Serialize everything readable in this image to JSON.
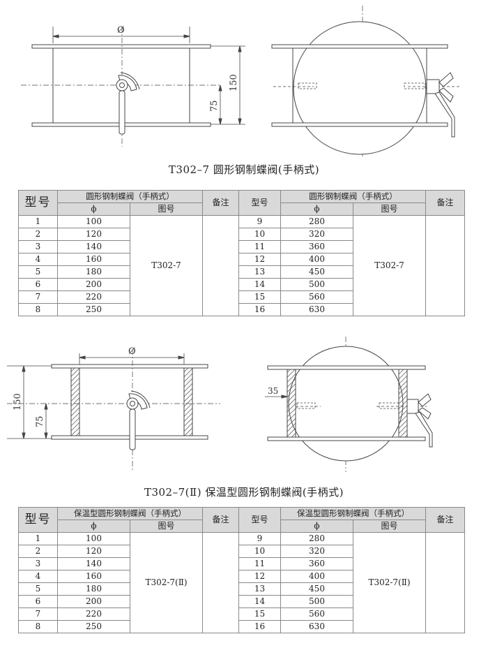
{
  "figure1": {
    "dim_diameter": "Ø",
    "dim_150": "150",
    "dim_75": "75",
    "caption": "T302–7  圆形钢制蝶阀(手柄式)"
  },
  "table1": {
    "header_model": "型号",
    "header_group": "圆形钢制蝶阀（手柄式）",
    "header_phi": "ϕ",
    "header_drawing": "图号",
    "header_note": "备注",
    "drawing_no": "T302-7",
    "left_rows": [
      {
        "no": "1",
        "phi": "100"
      },
      {
        "no": "2",
        "phi": "120"
      },
      {
        "no": "3",
        "phi": "140"
      },
      {
        "no": "4",
        "phi": "160"
      },
      {
        "no": "5",
        "phi": "180"
      },
      {
        "no": "6",
        "phi": "200"
      },
      {
        "no": "7",
        "phi": "220"
      },
      {
        "no": "8",
        "phi": "250"
      }
    ],
    "right_rows": [
      {
        "no": "9",
        "phi": "280"
      },
      {
        "no": "10",
        "phi": "320"
      },
      {
        "no": "11",
        "phi": "360"
      },
      {
        "no": "12",
        "phi": "400"
      },
      {
        "no": "13",
        "phi": "450"
      },
      {
        "no": "14",
        "phi": "500"
      },
      {
        "no": "15",
        "phi": "560"
      },
      {
        "no": "16",
        "phi": "630"
      }
    ]
  },
  "figure2": {
    "dim_diameter": "Ø",
    "dim_150": "150",
    "dim_75": "75",
    "dim_35": "35",
    "caption": "T302–7(Ⅱ) 保温型圆形钢制蝶阀(手柄式)"
  },
  "table2": {
    "header_model": "型号",
    "header_group": "保温型圆形钢制蝶阀（手柄式）",
    "header_phi": "ϕ",
    "header_drawing": "图号",
    "header_note": "备注",
    "drawing_no": "T302-7(Ⅱ)",
    "left_rows": [
      {
        "no": "1",
        "phi": "100"
      },
      {
        "no": "2",
        "phi": "120"
      },
      {
        "no": "3",
        "phi": "140"
      },
      {
        "no": "4",
        "phi": "160"
      },
      {
        "no": "5",
        "phi": "180"
      },
      {
        "no": "6",
        "phi": "200"
      },
      {
        "no": "7",
        "phi": "220"
      },
      {
        "no": "8",
        "phi": "250"
      }
    ],
    "right_rows": [
      {
        "no": "9",
        "phi": "280"
      },
      {
        "no": "10",
        "phi": "320"
      },
      {
        "no": "11",
        "phi": "360"
      },
      {
        "no": "12",
        "phi": "400"
      },
      {
        "no": "13",
        "phi": "450"
      },
      {
        "no": "14",
        "phi": "500"
      },
      {
        "no": "15",
        "phi": "560"
      },
      {
        "no": "16",
        "phi": "630"
      }
    ]
  }
}
